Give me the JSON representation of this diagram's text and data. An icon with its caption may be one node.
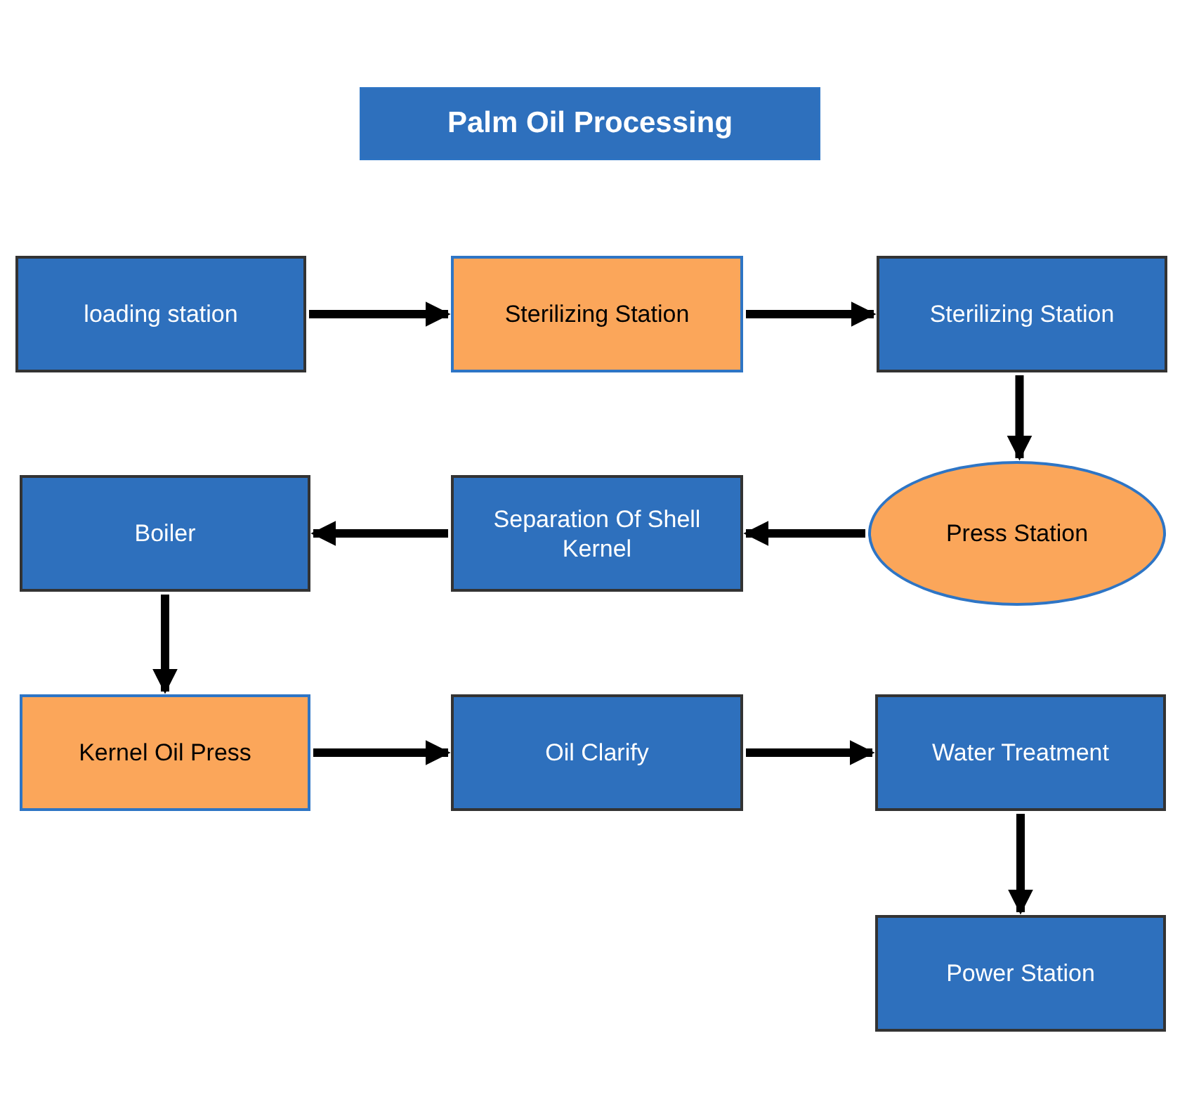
{
  "diagram": {
    "title": "Palm Oil Processing",
    "nodes": [
      {
        "text": [
          "loading station"
        ]
      },
      {
        "text": [
          "Sterilizing Station"
        ]
      },
      {
        "text": [
          "Sterilizing Station"
        ]
      },
      {
        "text": [
          "Boiler"
        ]
      },
      {
        "text": [
          "Separation Of Shell Kernel"
        ]
      },
      {
        "text": [
          "Press Station"
        ]
      },
      {
        "text": [
          "Kernel Oil Press"
        ]
      },
      {
        "text": [
          "Oil Clarify"
        ]
      },
      {
        "text": [
          "Water Treatment"
        ]
      },
      {
        "text": [
          "Power Station"
        ]
      }
    ],
    "edges": [
      {
        "from": 0,
        "to": 1,
        "arrow": "to"
      },
      {
        "from": 1,
        "to": 2,
        "arrow": "to"
      },
      {
        "from": 2,
        "to": 5,
        "arrow": "to"
      },
      {
        "from": 5,
        "to": 4,
        "arrow": "to"
      },
      {
        "from": 4,
        "to": 3,
        "arrow": "to"
      },
      {
        "from": 3,
        "to": 6,
        "arrow": "to"
      },
      {
        "from": 6,
        "to": 7,
        "arrow": "to"
      },
      {
        "from": 7,
        "to": 8,
        "arrow": "to"
      },
      {
        "from": 8,
        "to": 9,
        "arrow": "to"
      }
    ]
  }
}
